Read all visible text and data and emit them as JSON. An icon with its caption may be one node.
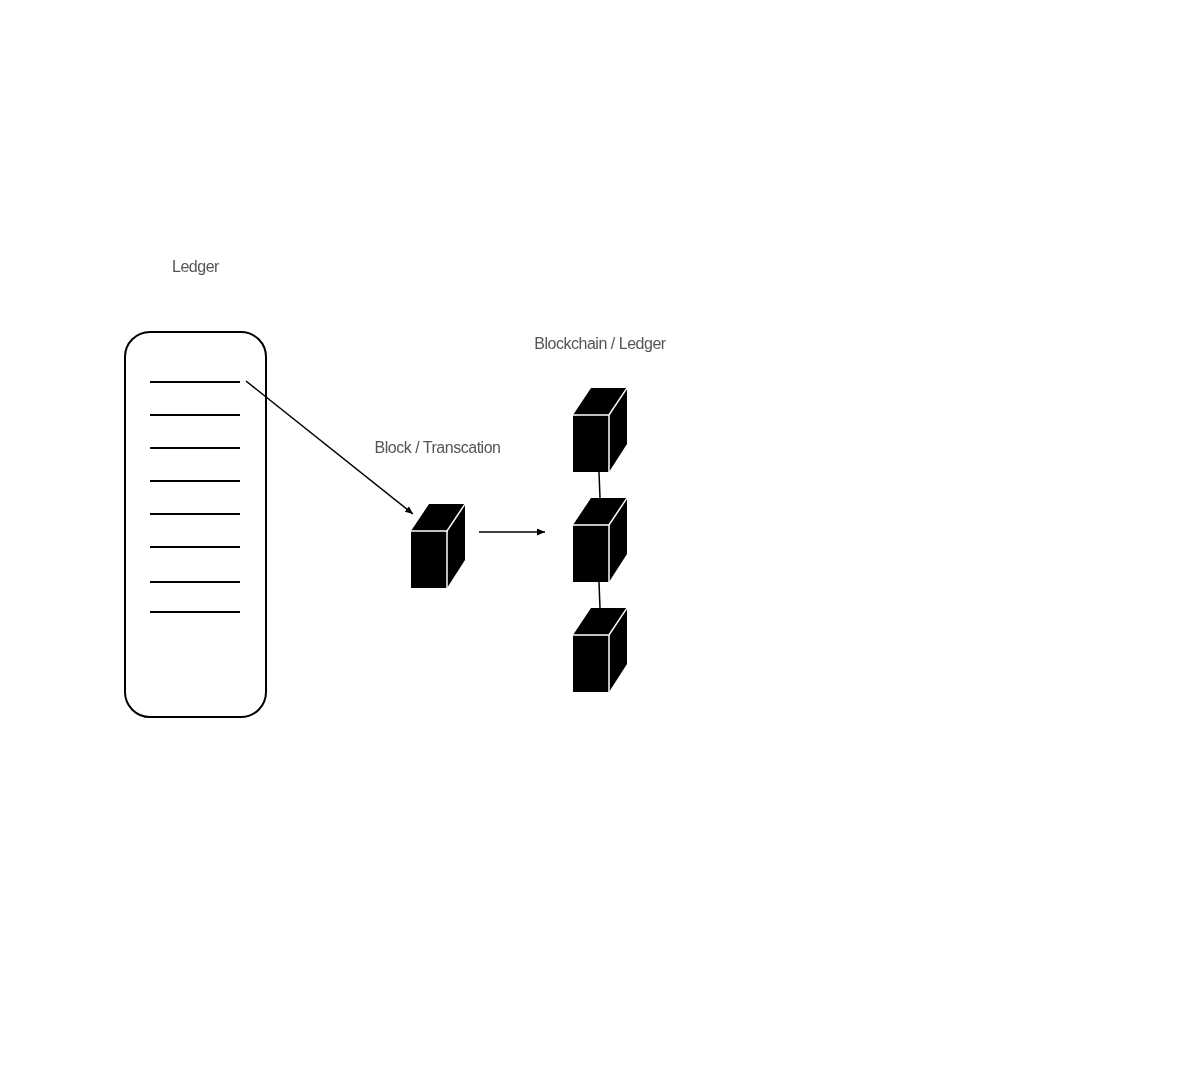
{
  "diagram": {
    "nodes": [
      {
        "text": [
          "Ledger"
        ]
      },
      {
        "text": [
          "Block / Transcation"
        ]
      },
      {
        "text": [
          "Blockchain / Ledger"
        ]
      },
      {
        "text": [],
        "shape": "cube",
        "in": 2
      },
      {
        "text": [],
        "shape": "cube",
        "in": 2
      },
      {
        "text": [],
        "shape": "cube",
        "in": 2
      }
    ],
    "edges": [
      {
        "from": 0,
        "to": 1,
        "arrow": "to"
      },
      {
        "from": 1,
        "to": 2,
        "arrow": "to"
      },
      {
        "from": 3,
        "to": 4,
        "arrow": "none"
      },
      {
        "from": 4,
        "to": 5,
        "arrow": "none"
      }
    ]
  }
}
